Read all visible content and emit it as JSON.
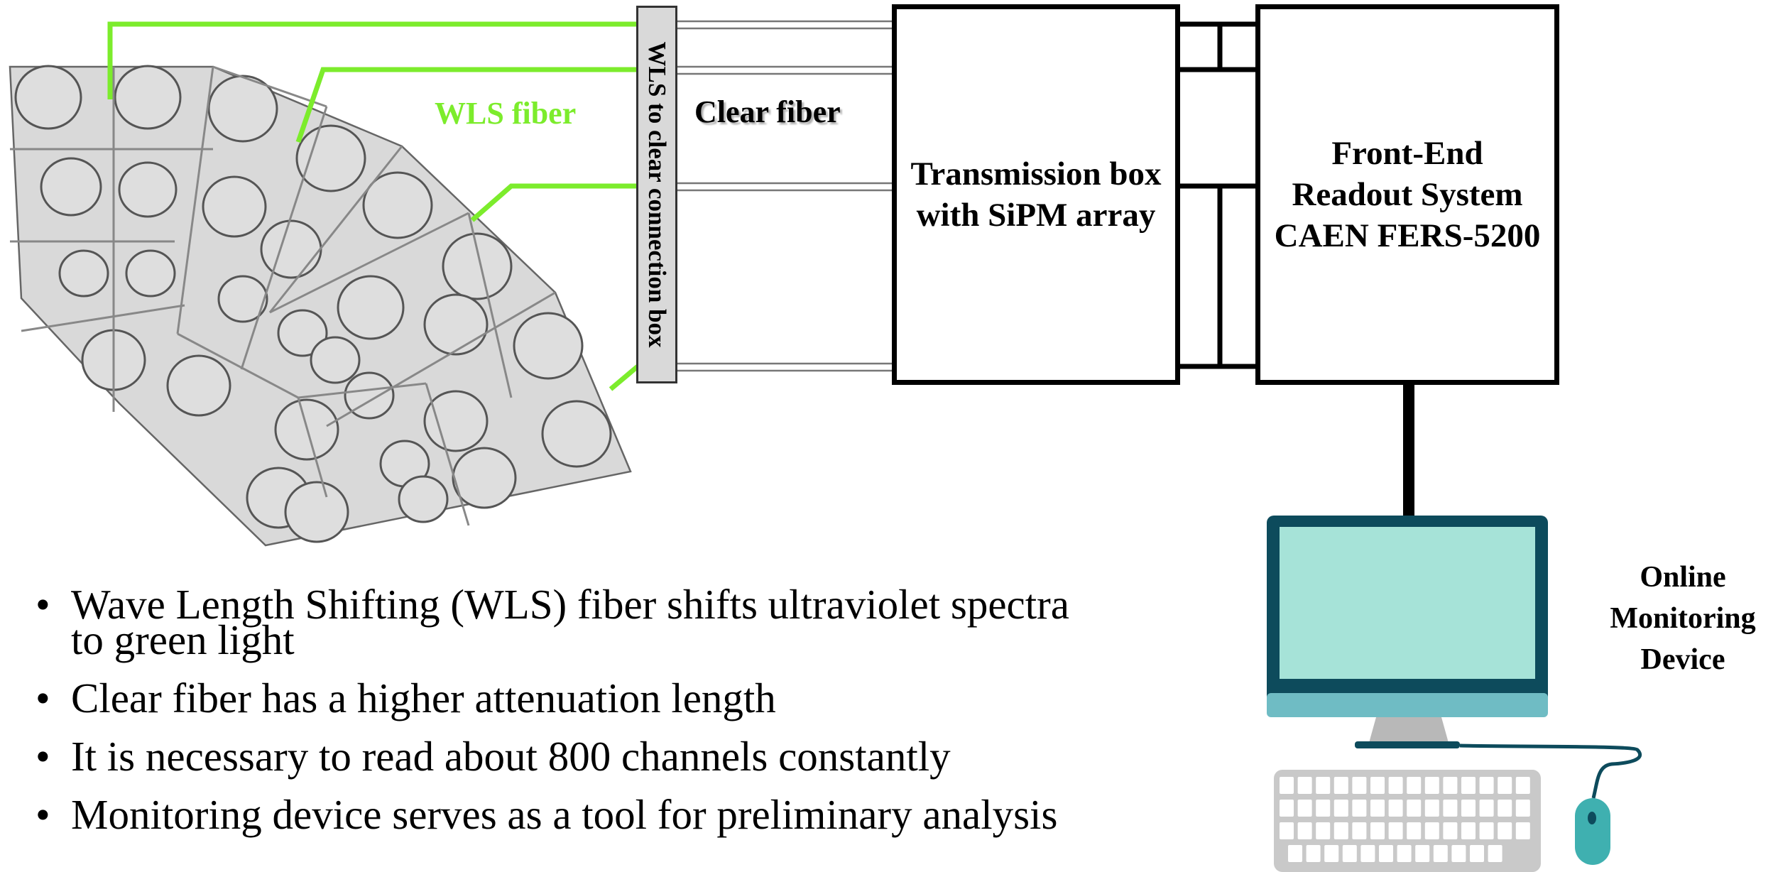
{
  "labels": {
    "wls_fiber": "WLS fiber",
    "clear_fiber": "Clear fiber",
    "connection_box": "WLS to clear connection box",
    "transmission_box": [
      "Transmission box",
      "with SiPM array"
    ],
    "frontend_box": [
      "Front-End",
      "Readout System",
      "CAEN FERS-5200"
    ],
    "monitor_device": [
      "Online",
      "Monitoring",
      "Device"
    ]
  },
  "bullets": [
    "Wave Length Shifting (WLS) fiber shifts ultraviolet spectra to green light",
    "Clear fiber has a higher attenuation length",
    "It is necessary to read about 800 channels constantly",
    "Monitoring device serves as a tool for preliminary analysis"
  ],
  "colors": {
    "wls_fiber": "#7cec2c",
    "tile": "#d9d9d9",
    "monitor_frame": "#0d4b5c",
    "monitor_screen": "#a6e3d8",
    "monitor_chin": "#6fbcc4",
    "mouse": "#3fb0b0"
  },
  "icons": [
    "computer-monitor-icon",
    "keyboard-icon",
    "mouse-icon"
  ]
}
